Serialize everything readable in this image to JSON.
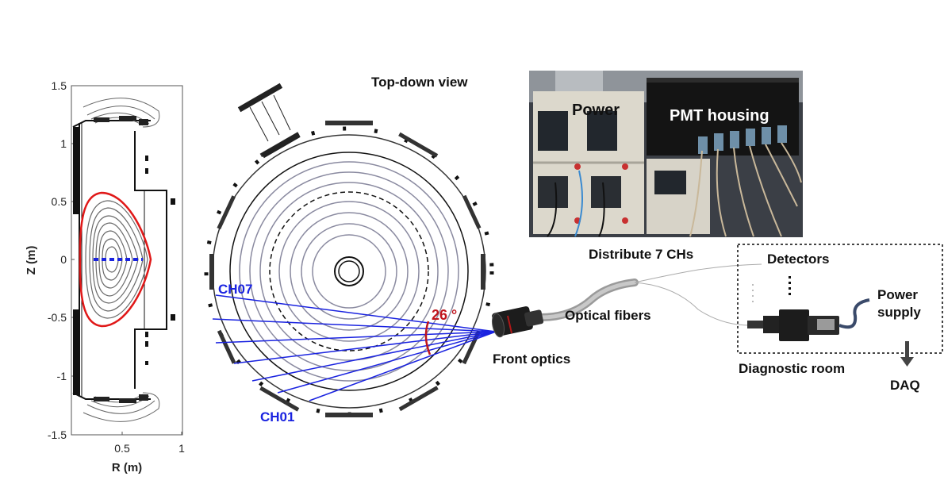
{
  "colors": {
    "channel_blue": "#1a23e0",
    "lcfs_red": "#e01818",
    "angle_red": "#c0141c",
    "flux_gray": "#6a6a6a"
  },
  "plot": {
    "xlabel": "R (m)",
    "ylabel": "Z (m)",
    "x_ticks": [
      "0.5",
      "1"
    ],
    "y_ticks": [
      "1.5",
      "1",
      "0.5",
      "0",
      "-0.5",
      "-1",
      "-1.5"
    ]
  },
  "diagram": {
    "top_view_title": "Top-down view",
    "angle_label": "26 °",
    "ch_top": "CH07",
    "ch_bottom": "CH01",
    "front_optics": "Front optics",
    "optical_fibers": "Optical fibers",
    "distribute": "Distribute 7 CHs",
    "detectors": "Detectors",
    "power_supply_line1": "Power",
    "power_supply_line2": "supply",
    "diagnostic_room": "Diagnostic room",
    "daq": "DAQ"
  },
  "photo": {
    "power_label": "Power",
    "pmt_label": "PMT housing"
  }
}
